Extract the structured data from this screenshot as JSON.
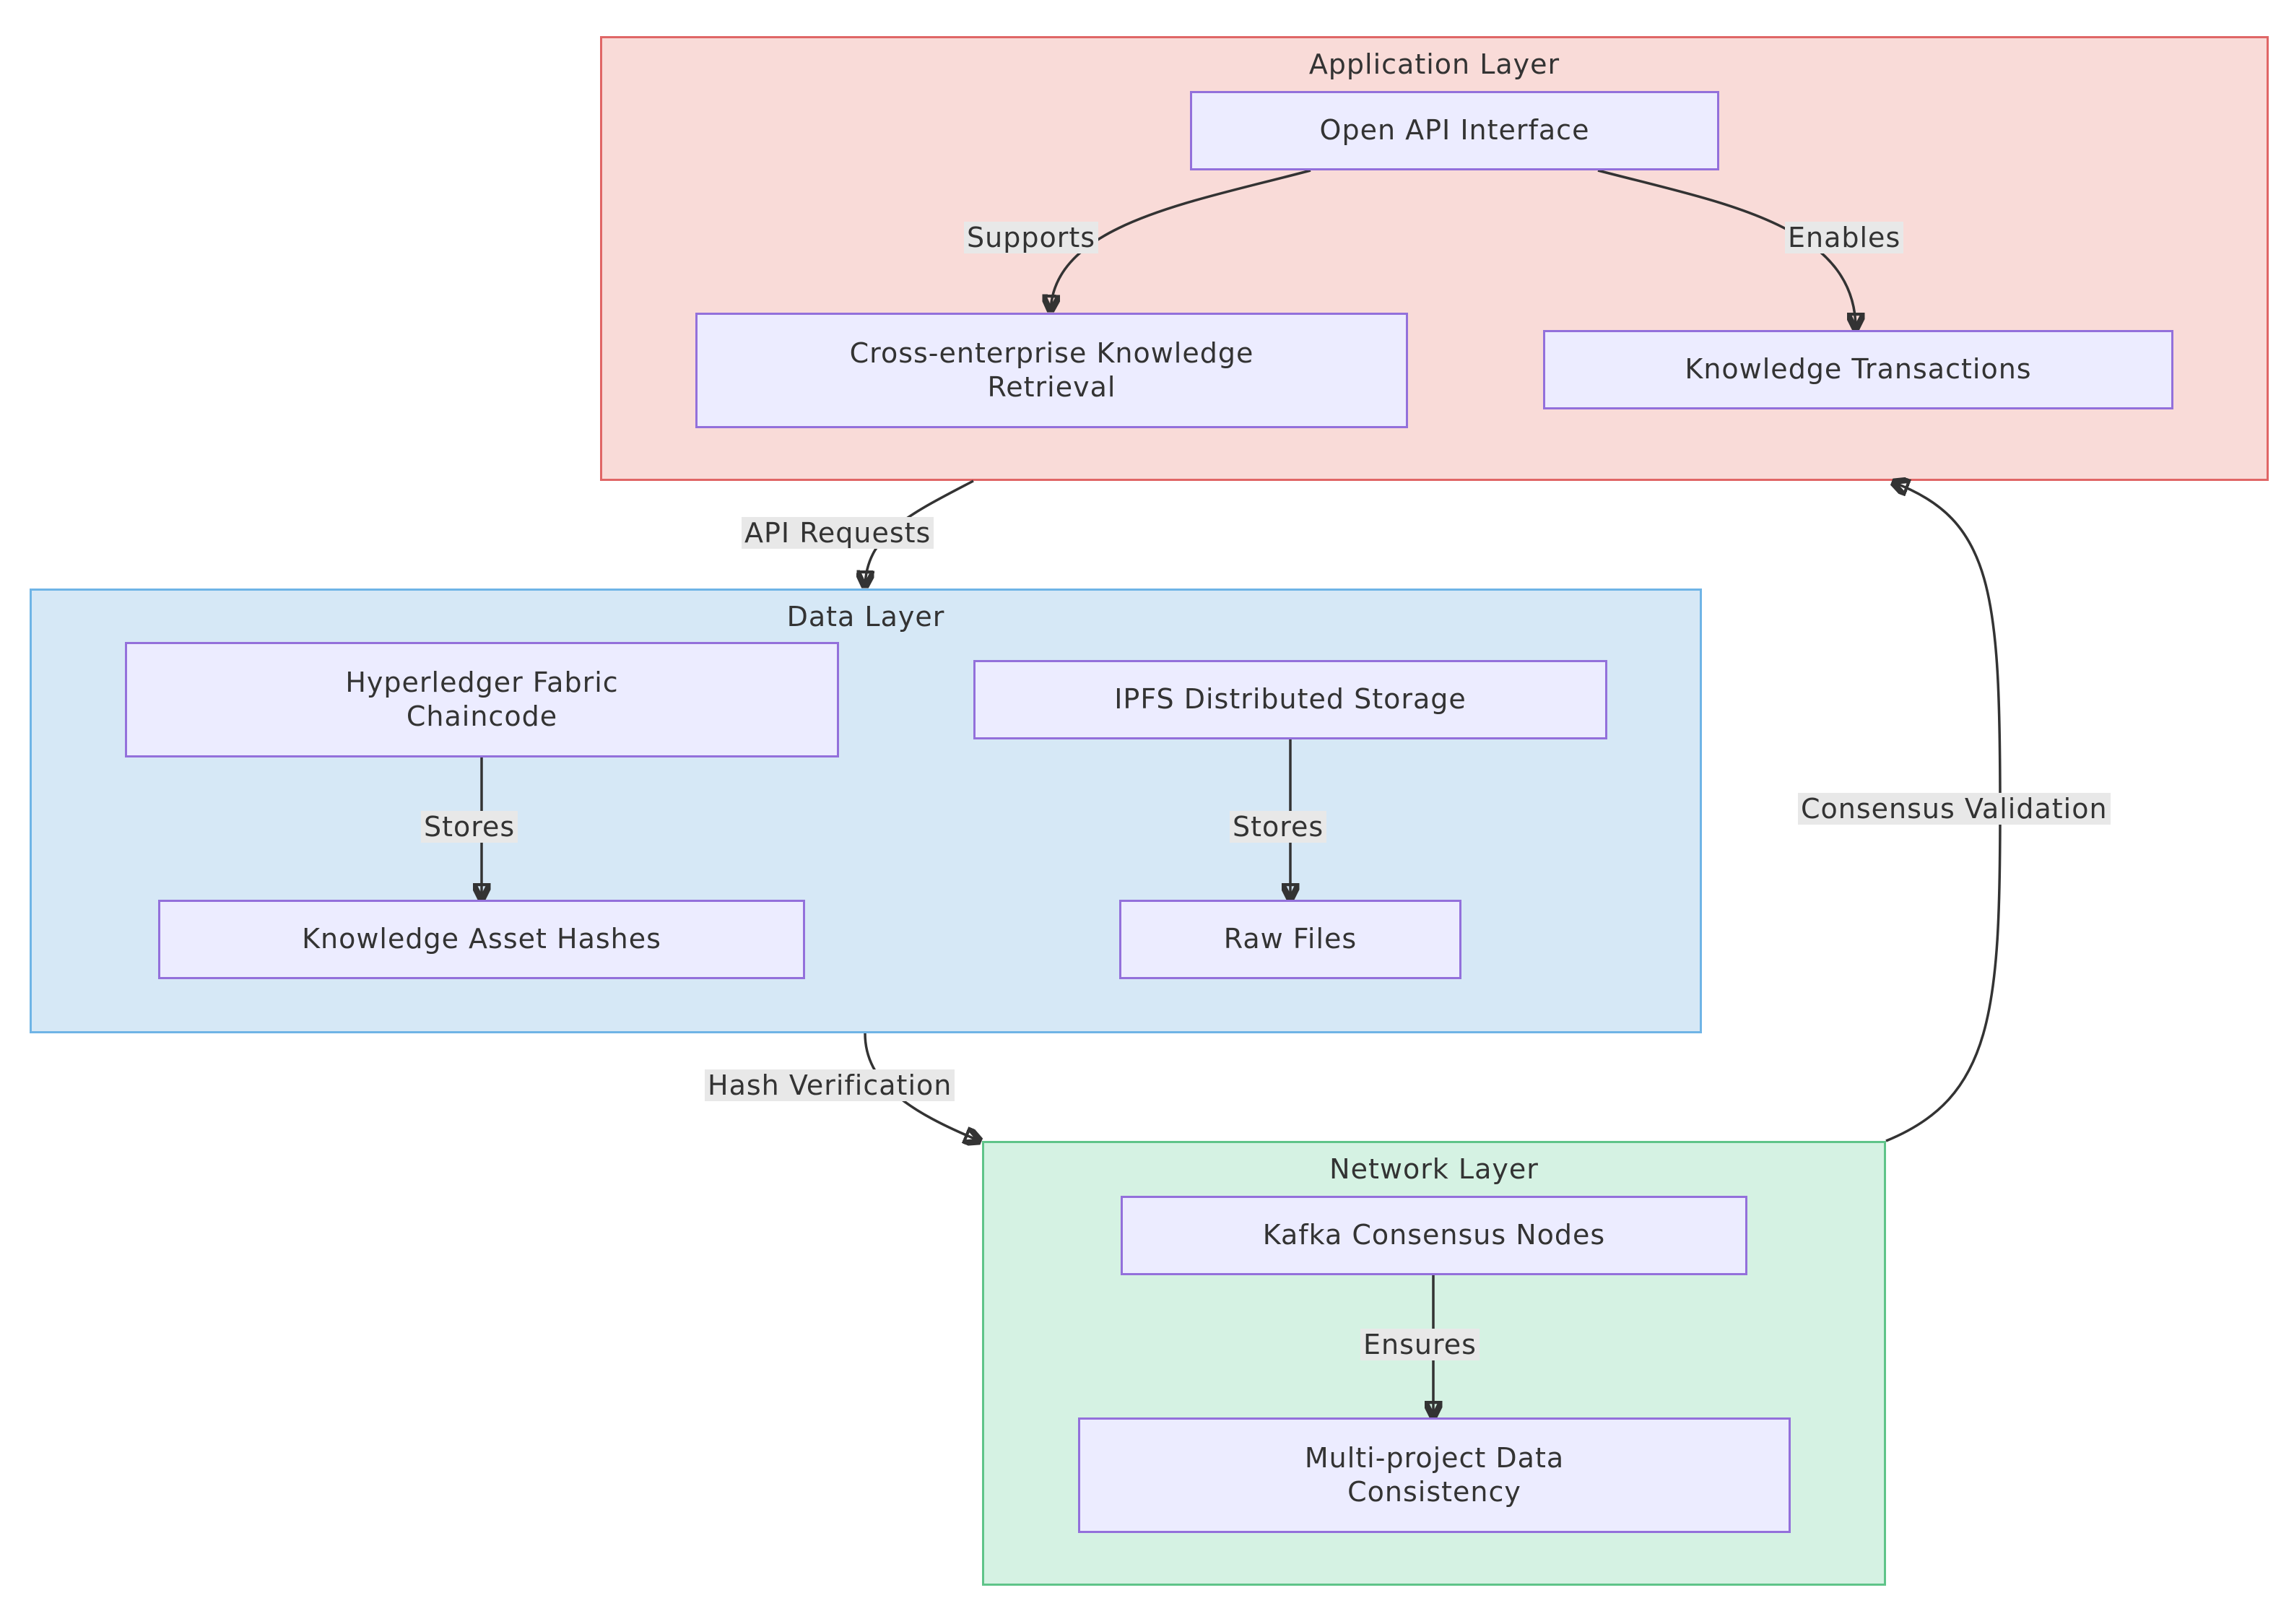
{
  "layers": {
    "application": {
      "title": "Application Layer",
      "fill": "#f9dbd8",
      "stroke": "#e06666"
    },
    "data": {
      "title": "Data Layer",
      "fill": "#d6e8f6",
      "stroke": "#6fb4e6"
    },
    "network": {
      "title": "Network Layer",
      "fill": "#d5f2e3",
      "stroke": "#5fc489"
    }
  },
  "nodes": {
    "open_api": "Open API Interface",
    "cross_enterprise": "Cross-enterprise Knowledge\nRetrieval",
    "knowledge_transactions": "Knowledge Transactions",
    "hyperledger": "Hyperledger Fabric\nChaincode",
    "ipfs": "IPFS Distributed Storage",
    "asset_hashes": "Knowledge Asset Hashes",
    "raw_files": "Raw Files",
    "kafka": "Kafka Consensus Nodes",
    "multi_project": "Multi-project Data\nConsistency"
  },
  "edges": {
    "supports": "Supports",
    "enables": "Enables",
    "api_requests": "API Requests",
    "stores_left": "Stores",
    "stores_right": "Stores",
    "hash_verification": "Hash Verification",
    "consensus_validation": "Consensus Validation",
    "ensures": "Ensures"
  },
  "colors": {
    "node_fill": "#ECECFF",
    "node_stroke": "#9370DB",
    "edge_label_bg": "#e8e8e8"
  }
}
